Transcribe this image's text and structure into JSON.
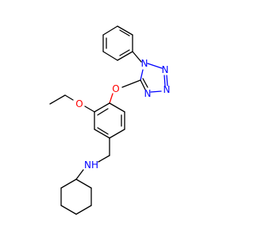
{
  "molecule": {
    "colors": {
      "carbon_bond": "#000000",
      "nitrogen": "#0000ff",
      "oxygen": "#ff0000",
      "background": "#ffffff"
    },
    "labels": {
      "tetrazole_n1": "N",
      "tetrazole_n2": "N",
      "tetrazole_n3": "N",
      "tetrazole_n4": "N",
      "ether_oxygen": "O",
      "ethoxy_oxygen": "O",
      "amine_nh": "NH"
    }
  }
}
